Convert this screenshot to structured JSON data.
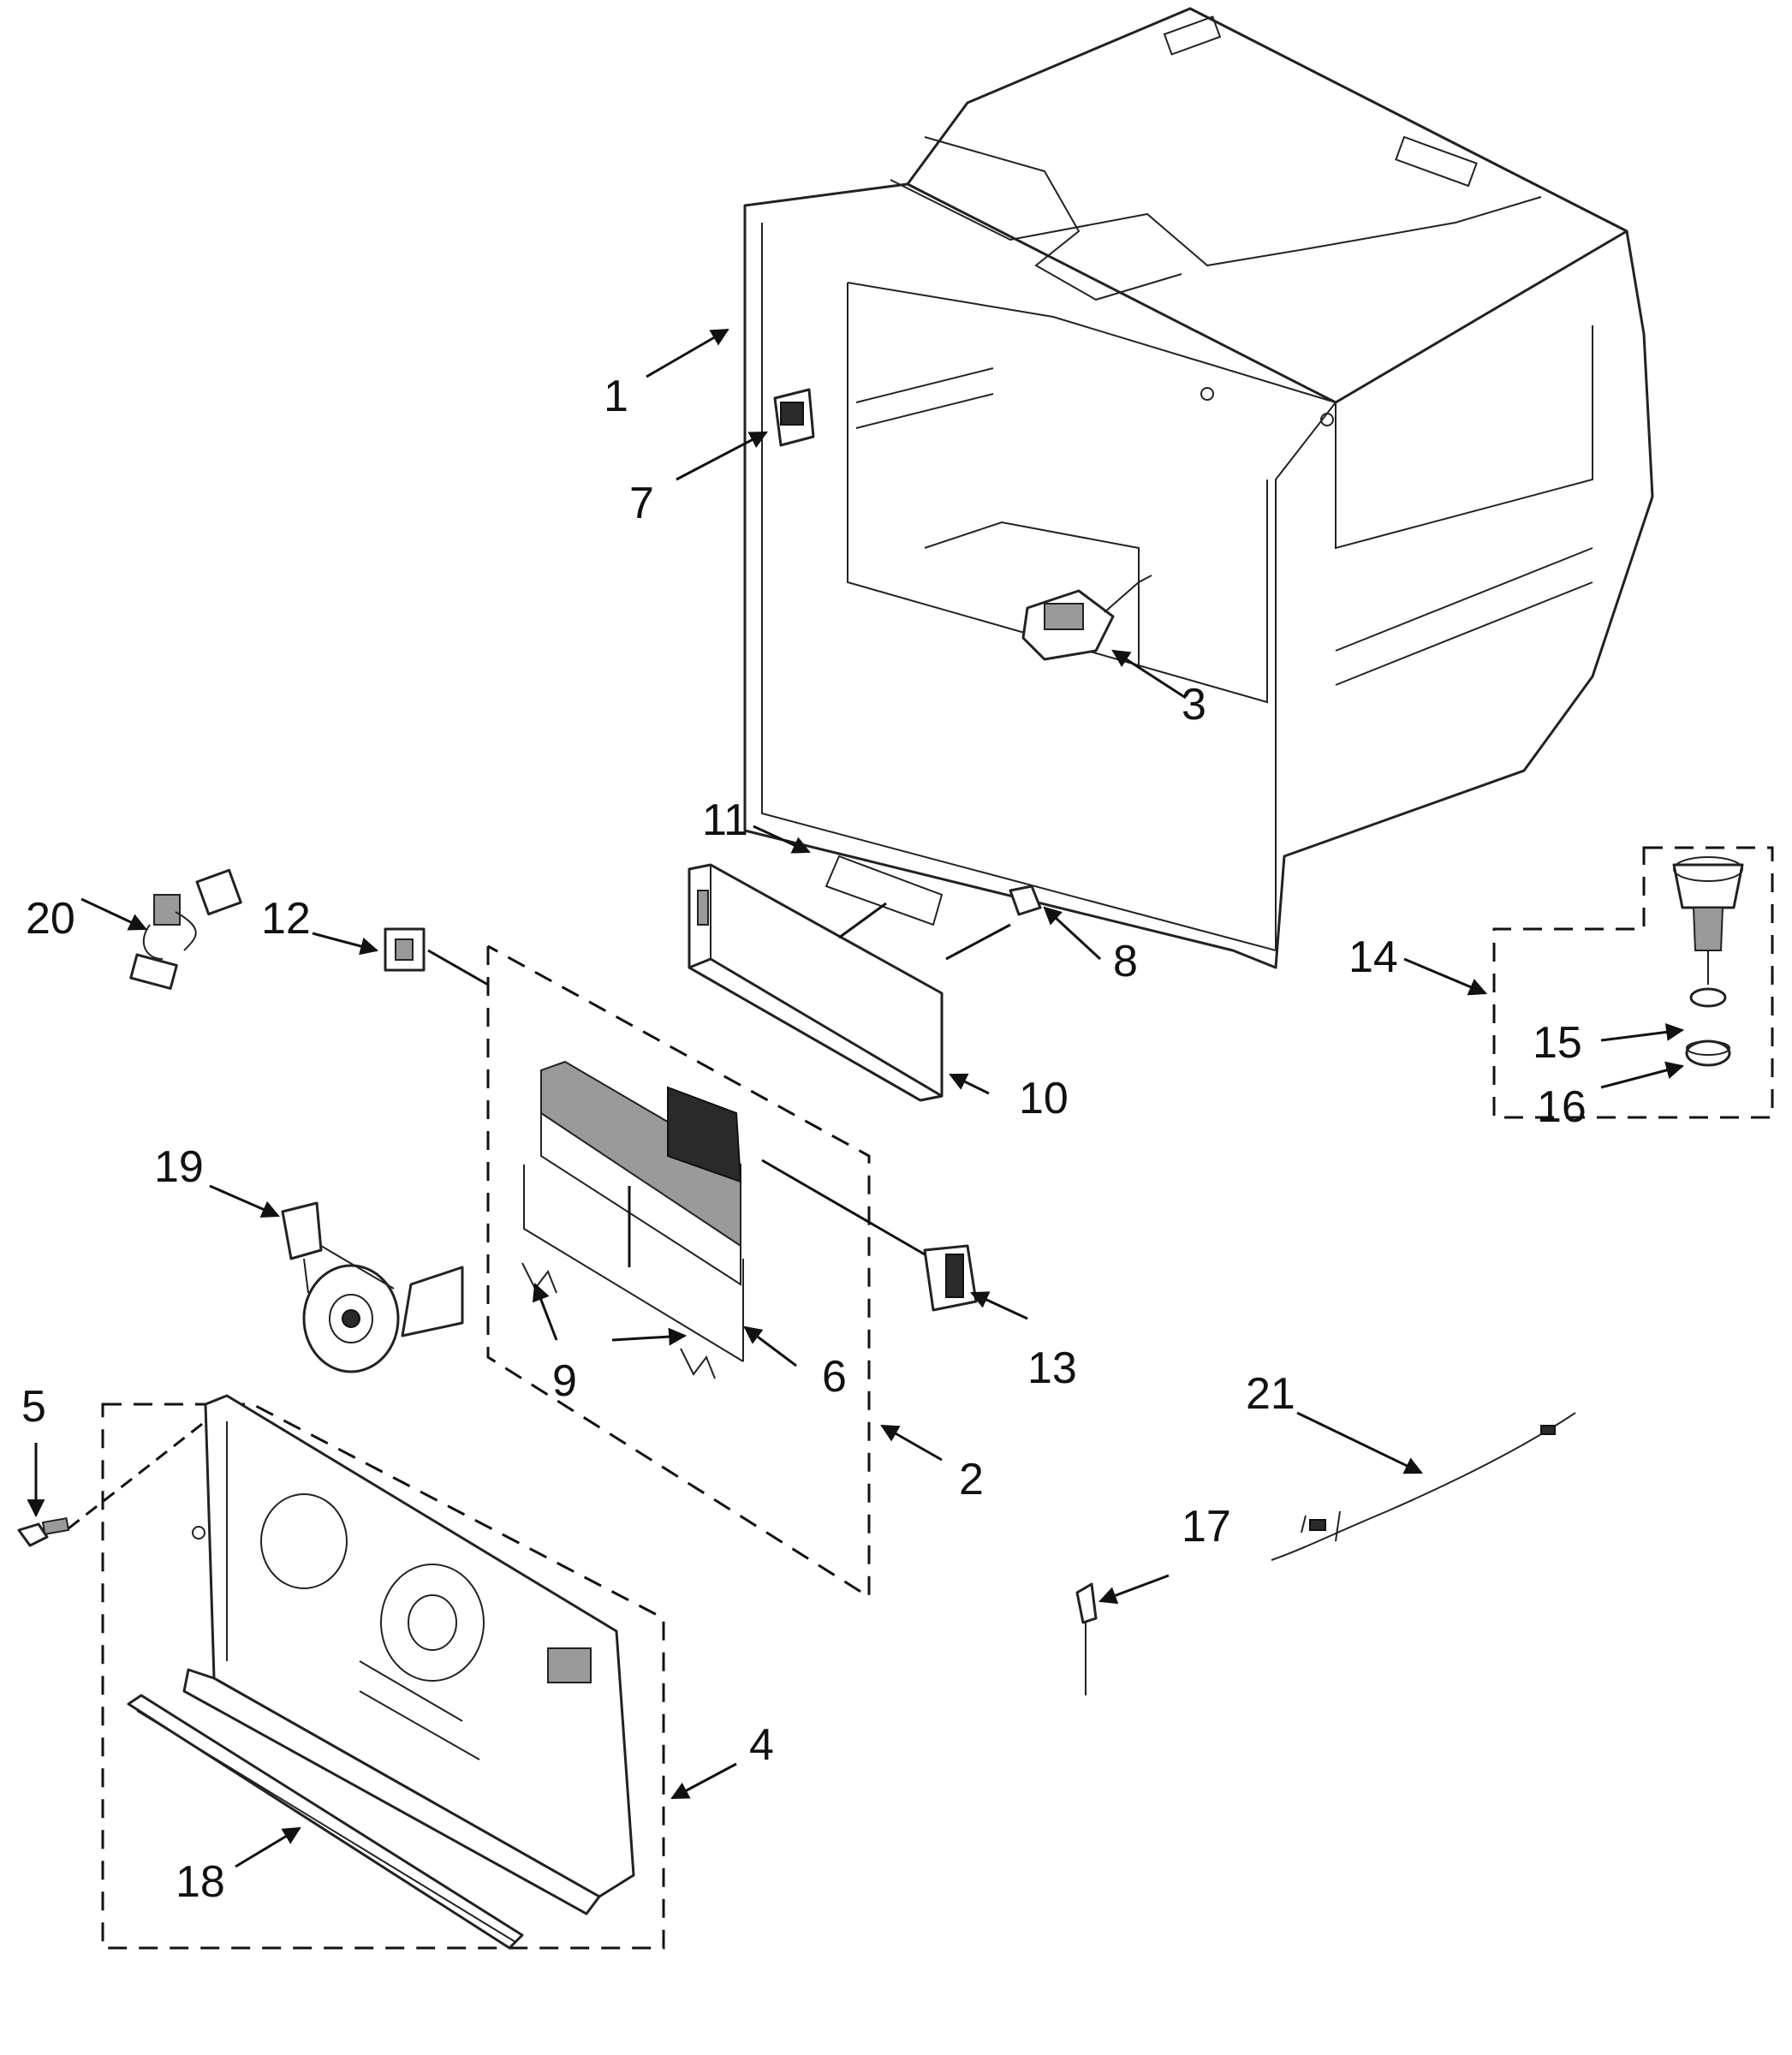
{
  "callouts": {
    "c1": "1",
    "c2": "2",
    "c3": "3",
    "c4": "4",
    "c5": "5",
    "c6": "6",
    "c7": "7",
    "c8": "8",
    "c9": "9",
    "c10": "10",
    "c11": "11",
    "c12": "12",
    "c13": "13",
    "c14": "14",
    "c15": "15",
    "c16": "16",
    "c17": "17",
    "c18": "18",
    "c19": "19",
    "c20": "20",
    "c21": "21"
  },
  "colors": {
    "line": "#111111",
    "fill": "#ffffff",
    "shade": "#9a9a9a"
  }
}
